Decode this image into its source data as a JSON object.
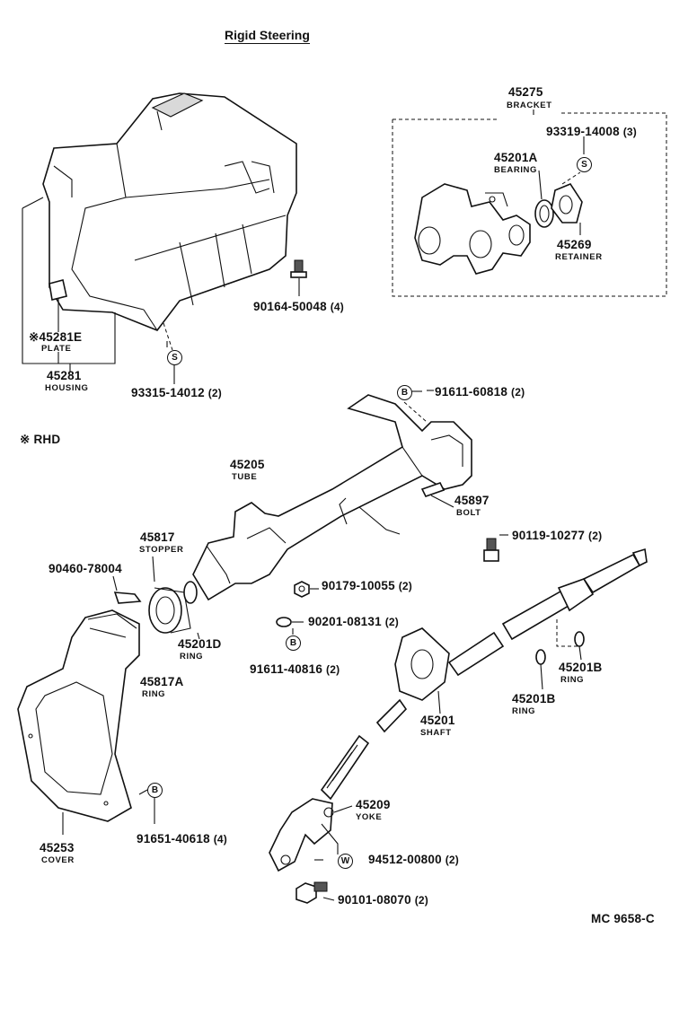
{
  "title": "Rigid Steering",
  "rhd_note": "※ RHD",
  "figure_code": "MC 9658-C",
  "symbols": {
    "s": "S",
    "b": "B",
    "w": "W"
  },
  "labels": {
    "p45275": {
      "num": "45275",
      "name": "BRACKET"
    },
    "p93319": {
      "num": "93319-14008",
      "qty": "(3)"
    },
    "p45201A": {
      "num": "45201A",
      "name": "BEARING"
    },
    "p45269": {
      "num": "45269",
      "name": "RETAINER"
    },
    "p45281E": {
      "num": "※45281E",
      "name": "PLATE"
    },
    "p45281": {
      "num": "45281",
      "name": "HOUSING"
    },
    "p90164": {
      "num": "90164-50048",
      "qty": "(4)"
    },
    "p93315": {
      "num": "93315-14012",
      "qty": "(2)"
    },
    "p91611a": {
      "num": "91611-60818",
      "qty": "(2)"
    },
    "p45205": {
      "num": "45205",
      "name": "TUBE"
    },
    "p45897": {
      "num": "45897",
      "name": "BOLT"
    },
    "p90119": {
      "num": "90119-10277",
      "qty": "(2)"
    },
    "p45817": {
      "num": "45817",
      "name": "STOPPER"
    },
    "p90460": {
      "num": "90460-78004"
    },
    "p90179": {
      "num": "90179-10055",
      "qty": "(2)"
    },
    "p45201D": {
      "num": "45201D",
      "name": "RING"
    },
    "p90201": {
      "num": "90201-08131",
      "qty": "(2)"
    },
    "p45817A": {
      "num": "45817A",
      "name": "RING"
    },
    "p91611b": {
      "num": "91611-40816",
      "qty": "(2)"
    },
    "p45201Br": {
      "num": "45201B",
      "name": "RING"
    },
    "p45201Bl": {
      "num": "45201B",
      "name": "RING"
    },
    "p45201": {
      "num": "45201",
      "name": "SHAFT"
    },
    "p45209": {
      "num": "45209",
      "name": "YOKE"
    },
    "p94512": {
      "num": "94512-00800",
      "qty": "(2)"
    },
    "p90101": {
      "num": "90101-08070",
      "qty": "(2)"
    },
    "p45253": {
      "num": "45253",
      "name": "COVER"
    },
    "p91651": {
      "num": "91651-40618",
      "qty": "(4)"
    }
  }
}
